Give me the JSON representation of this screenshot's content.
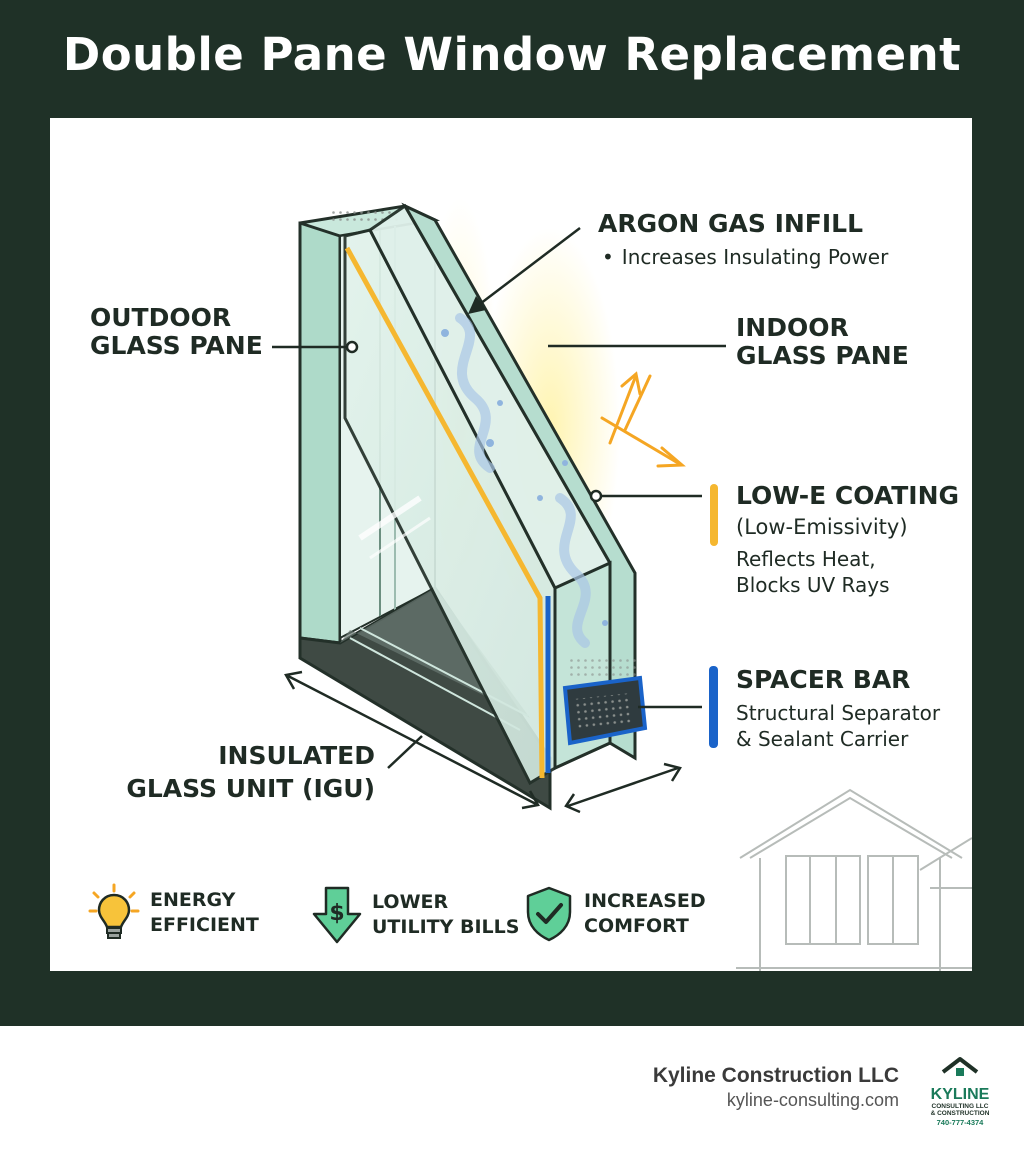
{
  "title": "Double Pane Window Replacement",
  "labels": {
    "outdoor": "OUTDOOR\nGLASS PANE",
    "argon": {
      "title": "ARGON GAS INFILL",
      "desc": "Increases Insulating Power"
    },
    "indoor": "INDOOR\nGLASS PANE",
    "lowe": {
      "title": "LOW-E COATING",
      "sub": "(Low-Emissivity)",
      "desc": "Reflects Heat,\nBlocks UV Rays"
    },
    "spacer": {
      "title": "SPACER BAR",
      "desc": "Structural Separator\n& Sealant Carrier"
    },
    "igu": "INSULATED\nGLASS UNIT (IGU)"
  },
  "benefits": [
    {
      "icon": "lightbulb-icon",
      "label": "ENERGY\nEFFICIENT"
    },
    {
      "icon": "dollar-arrow-down-icon",
      "label": "LOWER\nUTILITY BILLS"
    },
    {
      "icon": "shield-check-icon",
      "label": "INCREASED\nCOMFORT"
    }
  ],
  "footer": {
    "company": "Kyline Construction LLC",
    "url": "kyline-consulting.com",
    "logo": {
      "brand": "KYLINE",
      "tagline": "CONSULTING LLC\n& CONSTRUCTION",
      "phone": "740-777-4374"
    }
  },
  "colors": {
    "banner": "#1f3127",
    "glass": "#dcefe8",
    "frame_dark": "#3f4a44",
    "coating": "#f5b730",
    "spacer": "#1a63c9",
    "accent_green": "#1a7a5a"
  }
}
